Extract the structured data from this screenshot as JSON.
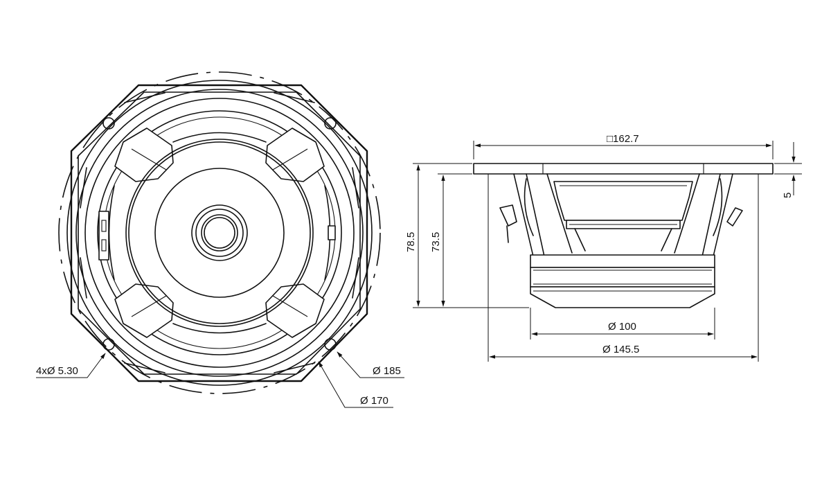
{
  "front_view": {
    "hole_callout": "4xØ 5.30",
    "outer_circle_dim": "Ø 185",
    "bolt_circle_dim": "Ø 170"
  },
  "side_view": {
    "frame_square_dim": "□162.7",
    "flange_thickness_dim": "5",
    "overall_depth_dim": "78.5",
    "mount_depth_dim": "73.5",
    "magnet_diameter_dim": "Ø 100",
    "cutout_diameter_dim": "Ø 145.5"
  }
}
